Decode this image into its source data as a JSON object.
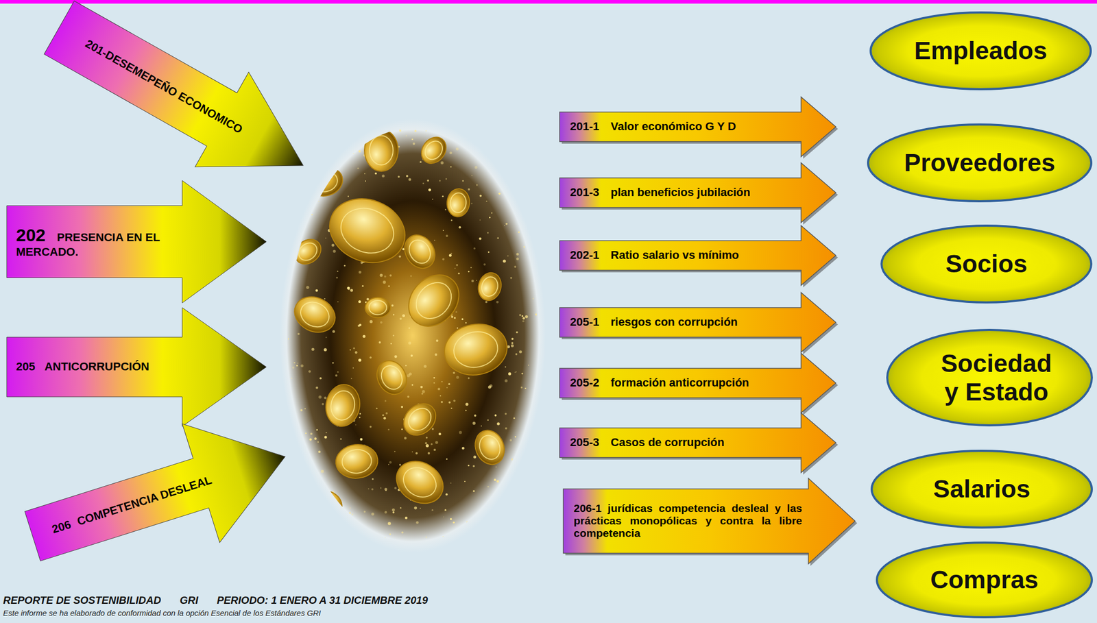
{
  "diagram": {
    "nodes": [
      {
        "text": [
          "201-DESEMEPEÑO ECONOMICO"
        ]
      },
      {
        "text": [
          "202",
          "PRESENCIA EN EL MERCADO."
        ]
      },
      {
        "text": [
          "205",
          "ANTICORRUPCIÓN"
        ]
      },
      {
        "text": [
          "206",
          "COMPETENCIA DESLEAL"
        ]
      },
      {
        "text": [
          "201-1",
          "Valor económico G Y D"
        ]
      },
      {
        "text": [
          "201-3",
          "plan beneficios jubilación"
        ]
      },
      {
        "text": [
          "202-1",
          "Ratio salario vs mínimo"
        ]
      },
      {
        "text": [
          "205-1",
          "riesgos con corrupción"
        ]
      },
      {
        "text": [
          "205-2",
          "formación anticorrupción"
        ]
      },
      {
        "text": [
          "205-3",
          "Casos de corrupción"
        ]
      },
      {
        "text": [
          "206-1 jurídicas competencia desleal y las prácticas monopólicas y contra la libre competencia"
        ]
      },
      {
        "text": [
          "Empleados"
        ]
      },
      {
        "text": [
          "Proveedores"
        ]
      },
      {
        "text": [
          "Socios"
        ]
      },
      {
        "text": [
          "Sociedad y Estado"
        ]
      },
      {
        "text": [
          "Salarios"
        ]
      },
      {
        "text": [
          "Compras"
        ]
      }
    ],
    "labels": [
      "REPORTE DE SOSTENIBILIDAD",
      "GRI",
      "PERIODO: 1 ENERO A 31 DICIEMBRE 2019",
      "Este informe se ha elaborado de conformidad con la opción Esencial de los Estándares GRI"
    ]
  }
}
